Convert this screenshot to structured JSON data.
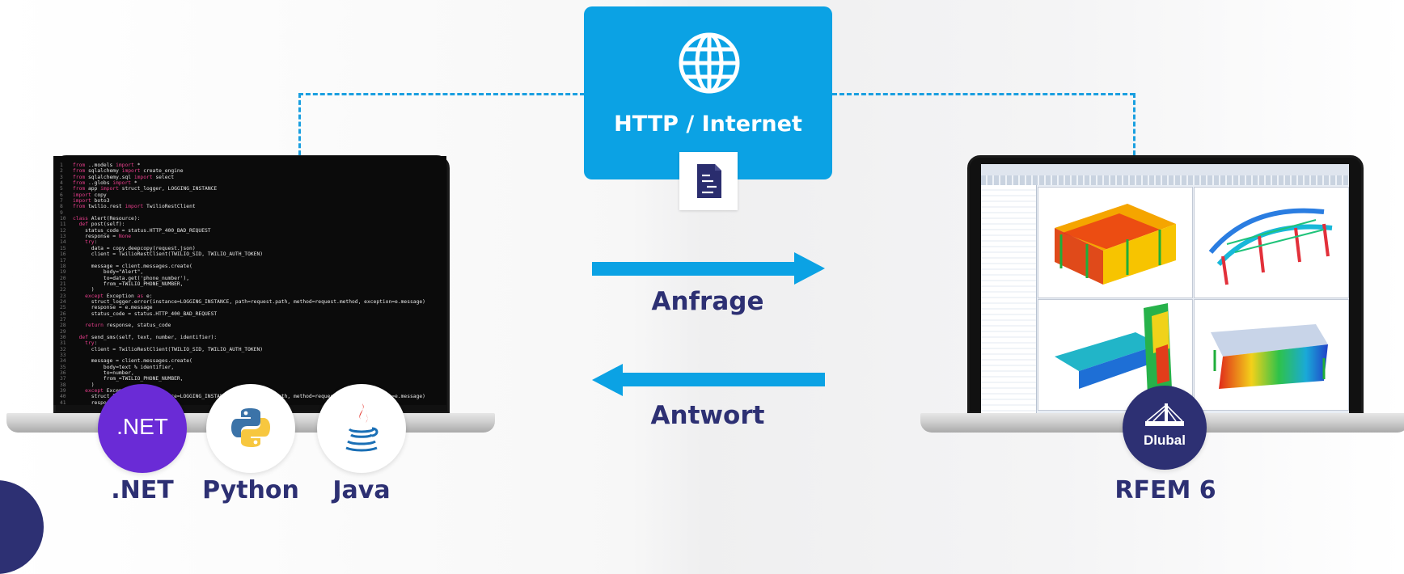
{
  "center": {
    "http_label": "HTTP / Internet",
    "request_label": "Anfrage",
    "response_label": "Antwort"
  },
  "client": {
    "languages": [
      {
        "label": ".NET",
        "badge_text": ".NET"
      },
      {
        "label": "Python"
      },
      {
        "label": "Java"
      }
    ],
    "code_lines": [
      "from ..models import *",
      "from sqlalchemy import create_engine",
      "from sqlalchemy.sql import select",
      "from ..globs import *",
      "from app import struct_logger, LOGGING_INSTANCE",
      "import copy",
      "import boto3",
      "from twilio.rest import TwilioRestClient",
      "",
      "class Alert(Resource):",
      "  def post(self):",
      "    status_code = status.HTTP_400_BAD_REQUEST",
      "    response = None",
      "    try:",
      "      data = copy.deepcopy(request.json)",
      "      client = TwilioRestClient(TWILIO_SID, TWILIO_AUTH_TOKEN)",
      "",
      "      message = client.messages.create(",
      "          body=\"Alert\",",
      "          to=data.get('phone_number'),",
      "          from_=TWILIO_PHONE_NUMBER,",
      "      )",
      "    except Exception as e:",
      "      struct_logger.error(instance=LOGGING_INSTANCE, path=request.path, method=request.method, exception=e.message)",
      "      response = e.message",
      "      status_code = status.HTTP_400_BAD_REQUEST",
      "",
      "    return response, status_code",
      "",
      "  def send_sms(self, text, number, identifier):",
      "    try:",
      "      client = TwilioRestClient(TWILIO_SID, TWILIO_AUTH_TOKEN)",
      "",
      "      message = client.messages.create(",
      "          body=text % identifier,",
      "          to=number,",
      "          from_=TWILIO_PHONE_NUMBER,",
      "      )",
      "    except Exception as e:",
      "      struct_logger.error(instance=LOGGING_INSTANCE, path=request.path, method=request.method, exception=e.message)",
      "      response = e.message"
    ]
  },
  "server": {
    "label": "RFEM 6",
    "logo_text": "Dlubal"
  },
  "colors": {
    "accent_blue": "#0ba2e4",
    "navy": "#2d3073",
    "dotnet_purple": "#6a2bd6"
  }
}
